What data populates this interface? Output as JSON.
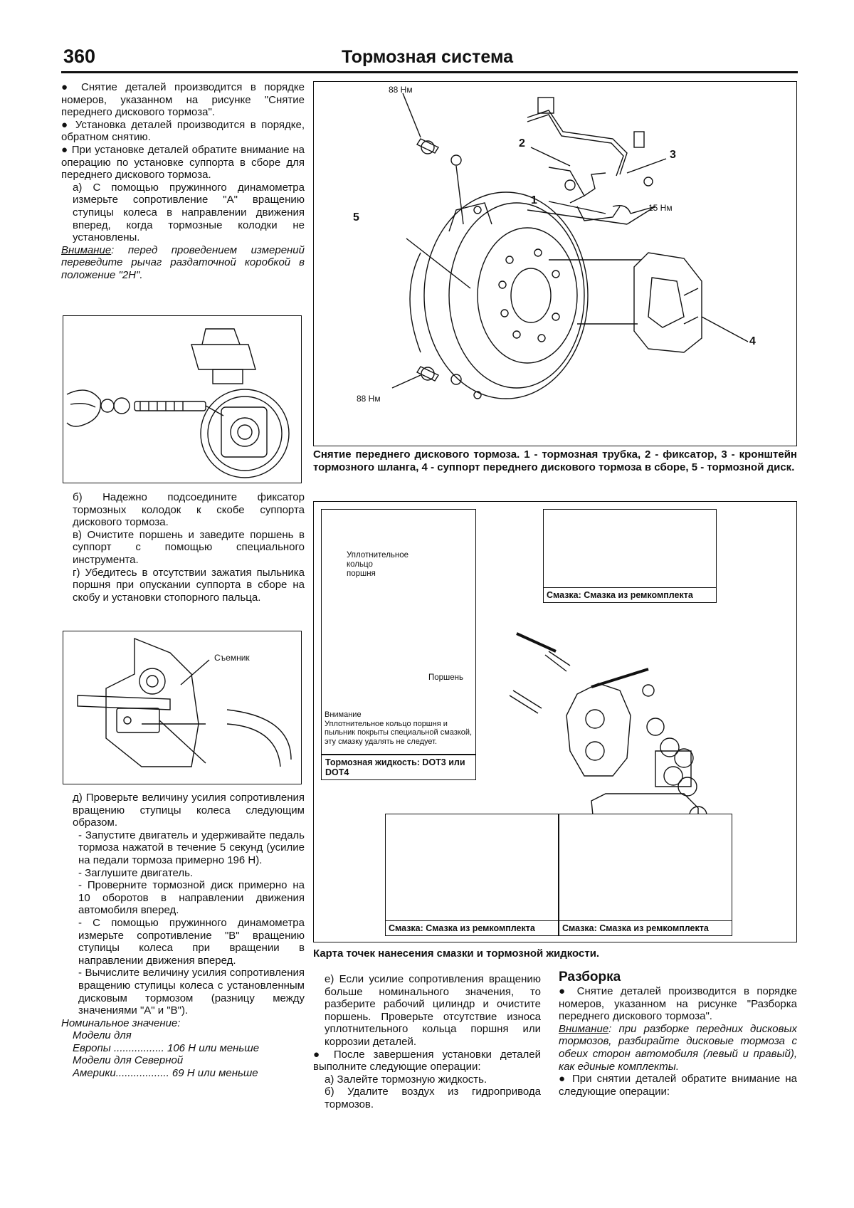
{
  "header": {
    "page_number": "360",
    "title": "Тормозная система"
  },
  "col1": {
    "p1": "● Снятие деталей производится в порядке номеров, указанном на рисунке \"Снятие переднего дискового тормоза\".",
    "p2": "● Установка деталей производится в порядке, обратном снятию.",
    "p3": "● При установке деталей обратите внимание на операцию по установке суппорта в сборе для переднего дискового тормоза.",
    "p4": "а) С помощью пружинного динамометра измерьте сопротивление \"А\" вращению ступицы колеса в направлении движения вперед, когда тормозные колодки не установлены.",
    "note_label": "Внимание",
    "note_text": ": перед проведением измерений переведите рычаг раздаточной коробкой в положение \"2Н\".",
    "p5": "б) Надежно подсоедините фиксатор тормозных колодок к скобе суппорта дискового тормоза.",
    "p6": "в) Очистите поршень и заведите поршень в суппорт с помощью специального инструмента.",
    "p7": "г) Убедитесь в отсутствии зажатия пыльника поршня при опускании суппорта в сборе на скобу и установки стопорного пальца.",
    "fig2_label": "Съемник",
    "p8": "д) Проверьте величину усилия сопротивления вращению ступицы колеса следующим образом.",
    "l1": "- Запустите двигатель и удерживайте педаль тормоза нажатой в течение 5 секунд (усилие на педали тормоза примерно 196 Н).",
    "l2": "- Заглушите двигатель.",
    "l3": "- Проверните тормозной диск примерно на 10 оборотов в направлении движения автомобиля вперед.",
    "l4": "- С помощью пружинного динамометра измерьте сопротивление \"В\" вращению ступицы колеса при вращении в направлении движения вперед.",
    "l5": "- Вычислите величину усилия сопротивления вращению ступицы колеса с установленным дисковым тормозом (разницу между значениями \"А\" и \"В\").",
    "nom_title": "Номинальное значение:",
    "nom1a": "Модели для",
    "nom1b": "Европы ................. 106 Н или меньше",
    "nom2a": "Модели для Северной",
    "nom2b": "Америки.................. 69 Н или меньше"
  },
  "fig_main": {
    "torque_top": "88 Нм",
    "torque_bottom": "88 Нм",
    "torque_right": "15 Нм",
    "n1": "1",
    "n2": "2",
    "n3": "3",
    "n4": "4",
    "n5": "5",
    "caption": "Снятие переднего дискового тормоза. 1 - тормозная трубка, 2 - фиксатор, 3 - кронштейн тормозного шланга, 4 - суппорт переднего дискового тормоза в сборе, 5 - тормозной диск."
  },
  "fig_lube": {
    "seal_label": "Уплотнительное кольцо поршня",
    "piston_label": "Поршень",
    "warn_title": "Внимание",
    "warn_text": "Уплотнительное кольцо поршня и пыльник покрыты специальной смазкой, эту смазку удалять не следует.",
    "fluid": "Тормозная жидкость: DOT3 или DOT4",
    "grease1": "Смазка: Смазка из ремкомплекта",
    "grease2": "Смазка: Смазка из ремкомплекта",
    "grease3": "Смазка: Смазка из ремкомплекта",
    "caption": "Карта точек нанесения смазки и тормозной жидкости."
  },
  "col2": {
    "p1": "е) Если усилие сопротивления вращению больше номинального значения, то разберите рабочий цилиндр и очистите поршень. Проверьте отсутствие износа уплотнительного кольца поршня или коррозии деталей.",
    "p2": "● После завершения установки деталей выполните следующие операции:",
    "p3": "а) Залейте тормозную жидкость.",
    "p4": "б) Удалите воздух из гидропривода тормозов."
  },
  "col3": {
    "heading": "Разборка",
    "p1": "● Снятие деталей производится в порядке номеров, указанном на рисунке \"Разборка переднего дискового тормоза\".",
    "note_label": "Внимание",
    "note_text": ": при разборке передних дисковых тормозов, разбирайте дисковые тормоза с обеих сторон автомобиля (левый и правый), как единые комплекты.",
    "p2": "● При снятии деталей обратите внимание на следующие операции:"
  }
}
